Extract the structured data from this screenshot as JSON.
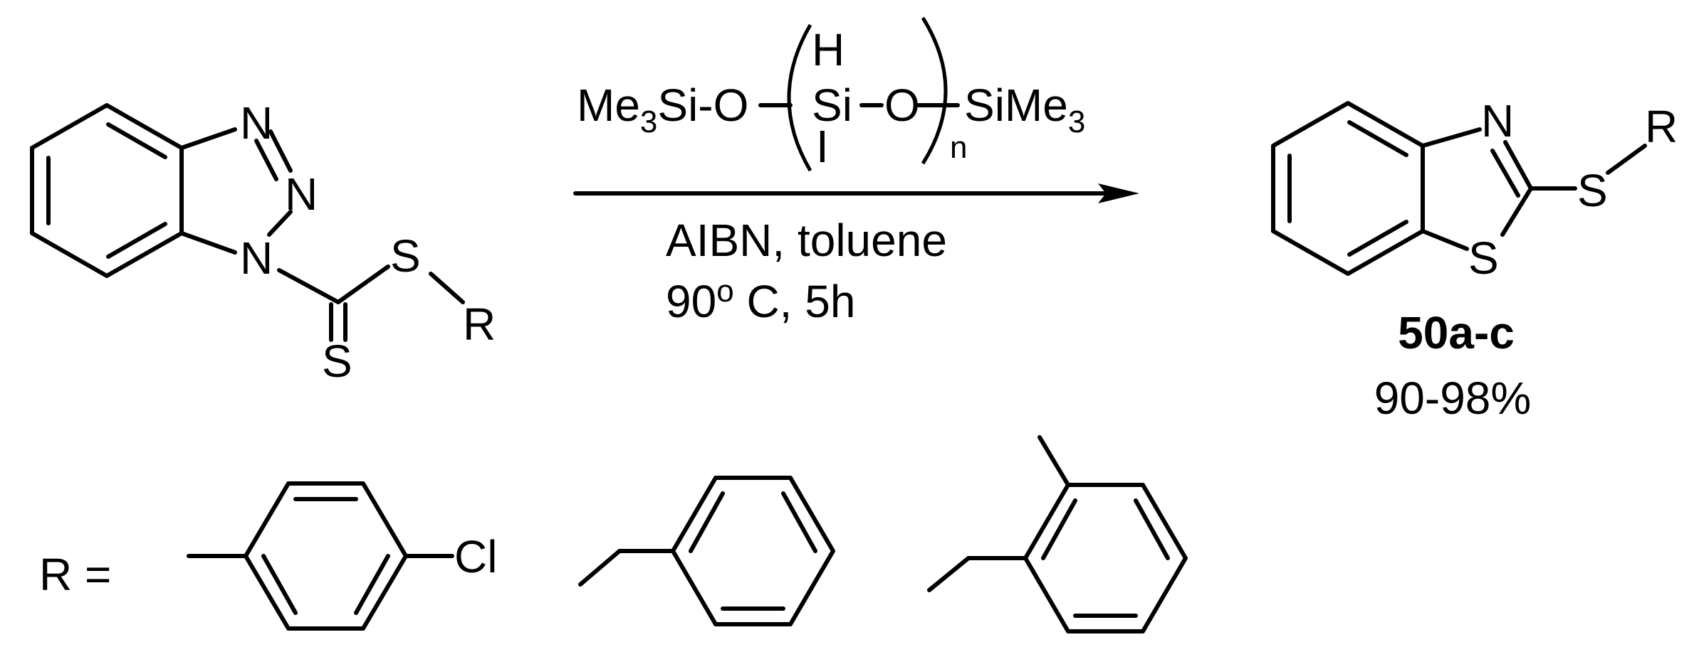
{
  "reactant": {
    "atoms": {
      "n1": "N",
      "n2": "N",
      "n3": "N",
      "s_thio": "S",
      "s_thione": "S",
      "r": "R"
    }
  },
  "reagent": {
    "me3si_left": "Me",
    "sub3_left": "3",
    "si_o_left": "Si-O",
    "h": "H",
    "si_mid": "Si",
    "o_mid": "O",
    "i_mid": "I",
    "n": "n",
    "sime_right": "SiMe",
    "sub3_right": "3"
  },
  "conditions": {
    "line1": "AIBN, toluene",
    "line2_prefix": "90",
    "line2_sup": "o",
    "line2_suffix": " C, 5h"
  },
  "product": {
    "atoms": {
      "n": "N",
      "s_ring": "S",
      "s_chain": "S",
      "r": "R"
    },
    "label": "50a-c",
    "yield": "90-98%"
  },
  "r_groups": {
    "label": "R =",
    "cl": "Cl"
  }
}
